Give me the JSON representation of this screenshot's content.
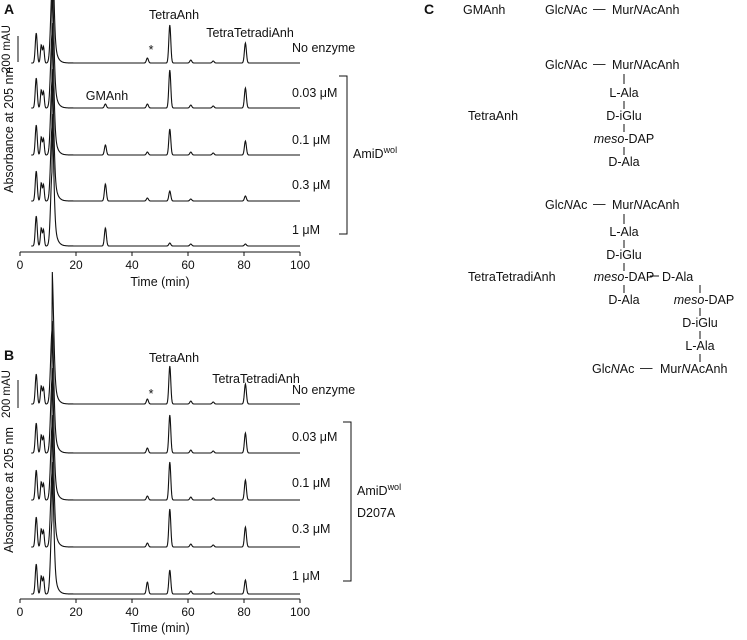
{
  "panel_c": {
    "letter": "C",
    "gmanh": {
      "name": "GMAnh",
      "glc": "GlcNAc",
      "mur": "MurNAcAnh"
    },
    "tetraanh": {
      "name": "TetraAnh",
      "glc": "GlcNAc",
      "mur": "MurNAcAnh",
      "chain": [
        "L-Ala",
        "D-iGlu",
        "meso-DAP",
        "D-Ala"
      ]
    },
    "tetratetradianh": {
      "name": "TetraTetradiAnh",
      "glc": "GlcNAc",
      "mur": "MurNAcAnh",
      "chain1": [
        "L-Ala",
        "D-iGlu",
        "meso-DAP",
        "D-Ala"
      ],
      "branch": [
        "D-Ala",
        "meso-DAP",
        "D-iGlu",
        "L-Ala"
      ],
      "glc2": "GlcNAc",
      "mur2": "MurNAcAnh"
    }
  },
  "chart_data": [
    {
      "panel": "A",
      "type": "line",
      "xlabel": "Time (min)",
      "ylabel": "Absorbance at 205 nm",
      "xlim": [
        0,
        100
      ],
      "xticks": [
        0,
        20,
        40,
        60,
        80,
        100
      ],
      "scale_bar_label": "200 mAU",
      "peak_labels": {
        "tetra": "TetraAnh",
        "tetratetradi": "TetraTetradiAnh",
        "gm": "GMAnh",
        "star": "*"
      },
      "bracket_label": "AmiD",
      "bracket_superscript": "wol",
      "bracket_label_line2": "",
      "series": [
        {
          "name": "No enzyme",
          "peaks": [
            [
              45.5,
              5
            ],
            [
              53.5,
              38
            ],
            [
              61,
              3
            ],
            [
              69,
              2
            ],
            [
              80.5,
              20
            ]
          ]
        },
        {
          "name": "0.03 μM",
          "peaks": [
            [
              30.5,
              4
            ],
            [
              45.5,
              4
            ],
            [
              53.5,
              38
            ],
            [
              61,
              3
            ],
            [
              69,
              2
            ],
            [
              80.5,
              20
            ]
          ]
        },
        {
          "name": "0.1 μM",
          "peaks": [
            [
              30.5,
              10
            ],
            [
              45.5,
              3
            ],
            [
              53.5,
              26
            ],
            [
              61,
              3
            ],
            [
              69,
              2
            ],
            [
              80.5,
              14
            ]
          ]
        },
        {
          "name": "0.3 μM",
          "peaks": [
            [
              30.5,
              17
            ],
            [
              45.5,
              3
            ],
            [
              53.5,
              10
            ],
            [
              61,
              2
            ],
            [
              80.5,
              5
            ]
          ]
        },
        {
          "name": "1 μM",
          "peaks": [
            [
              30.5,
              18
            ],
            [
              53.5,
              3
            ],
            [
              61,
              2
            ],
            [
              80.5,
              2
            ]
          ]
        }
      ]
    },
    {
      "panel": "B",
      "type": "line",
      "xlabel": "Time (min)",
      "ylabel": "Absorbance at 205 nm",
      "xlim": [
        0,
        100
      ],
      "xticks": [
        0,
        20,
        40,
        60,
        80,
        100
      ],
      "scale_bar_label": "200 mAU",
      "peak_labels": {
        "tetra": "TetraAnh",
        "tetratetradi": "TetraTetradiAnh",
        "star": "*"
      },
      "bracket_label": "AmiD",
      "bracket_superscript": "wol",
      "bracket_label_line2": "D207A",
      "series": [
        {
          "name": "No enzyme",
          "peaks": [
            [
              45.5,
              5
            ],
            [
              53.5,
              38
            ],
            [
              61,
              3
            ],
            [
              69,
              2
            ],
            [
              80.5,
              20
            ]
          ]
        },
        {
          "name": "0.03 μM",
          "peaks": [
            [
              45.5,
              5
            ],
            [
              53.5,
              38
            ],
            [
              61,
              3
            ],
            [
              69,
              2
            ],
            [
              80.5,
              20
            ]
          ]
        },
        {
          "name": "0.1 μM",
          "peaks": [
            [
              45.5,
              4
            ],
            [
              53.5,
              38
            ],
            [
              61,
              3
            ],
            [
              69,
              2
            ],
            [
              80.5,
              20
            ]
          ]
        },
        {
          "name": "0.3 μM",
          "peaks": [
            [
              45.5,
              4
            ],
            [
              53.5,
              38
            ],
            [
              61,
              3
            ],
            [
              69,
              2
            ],
            [
              80.5,
              20
            ]
          ]
        },
        {
          "name": "1 μM",
          "peaks": [
            [
              45.5,
              12
            ],
            [
              53.5,
              24
            ],
            [
              61,
              3
            ],
            [
              69,
              2
            ],
            [
              80.5,
              14
            ]
          ]
        }
      ]
    }
  ]
}
